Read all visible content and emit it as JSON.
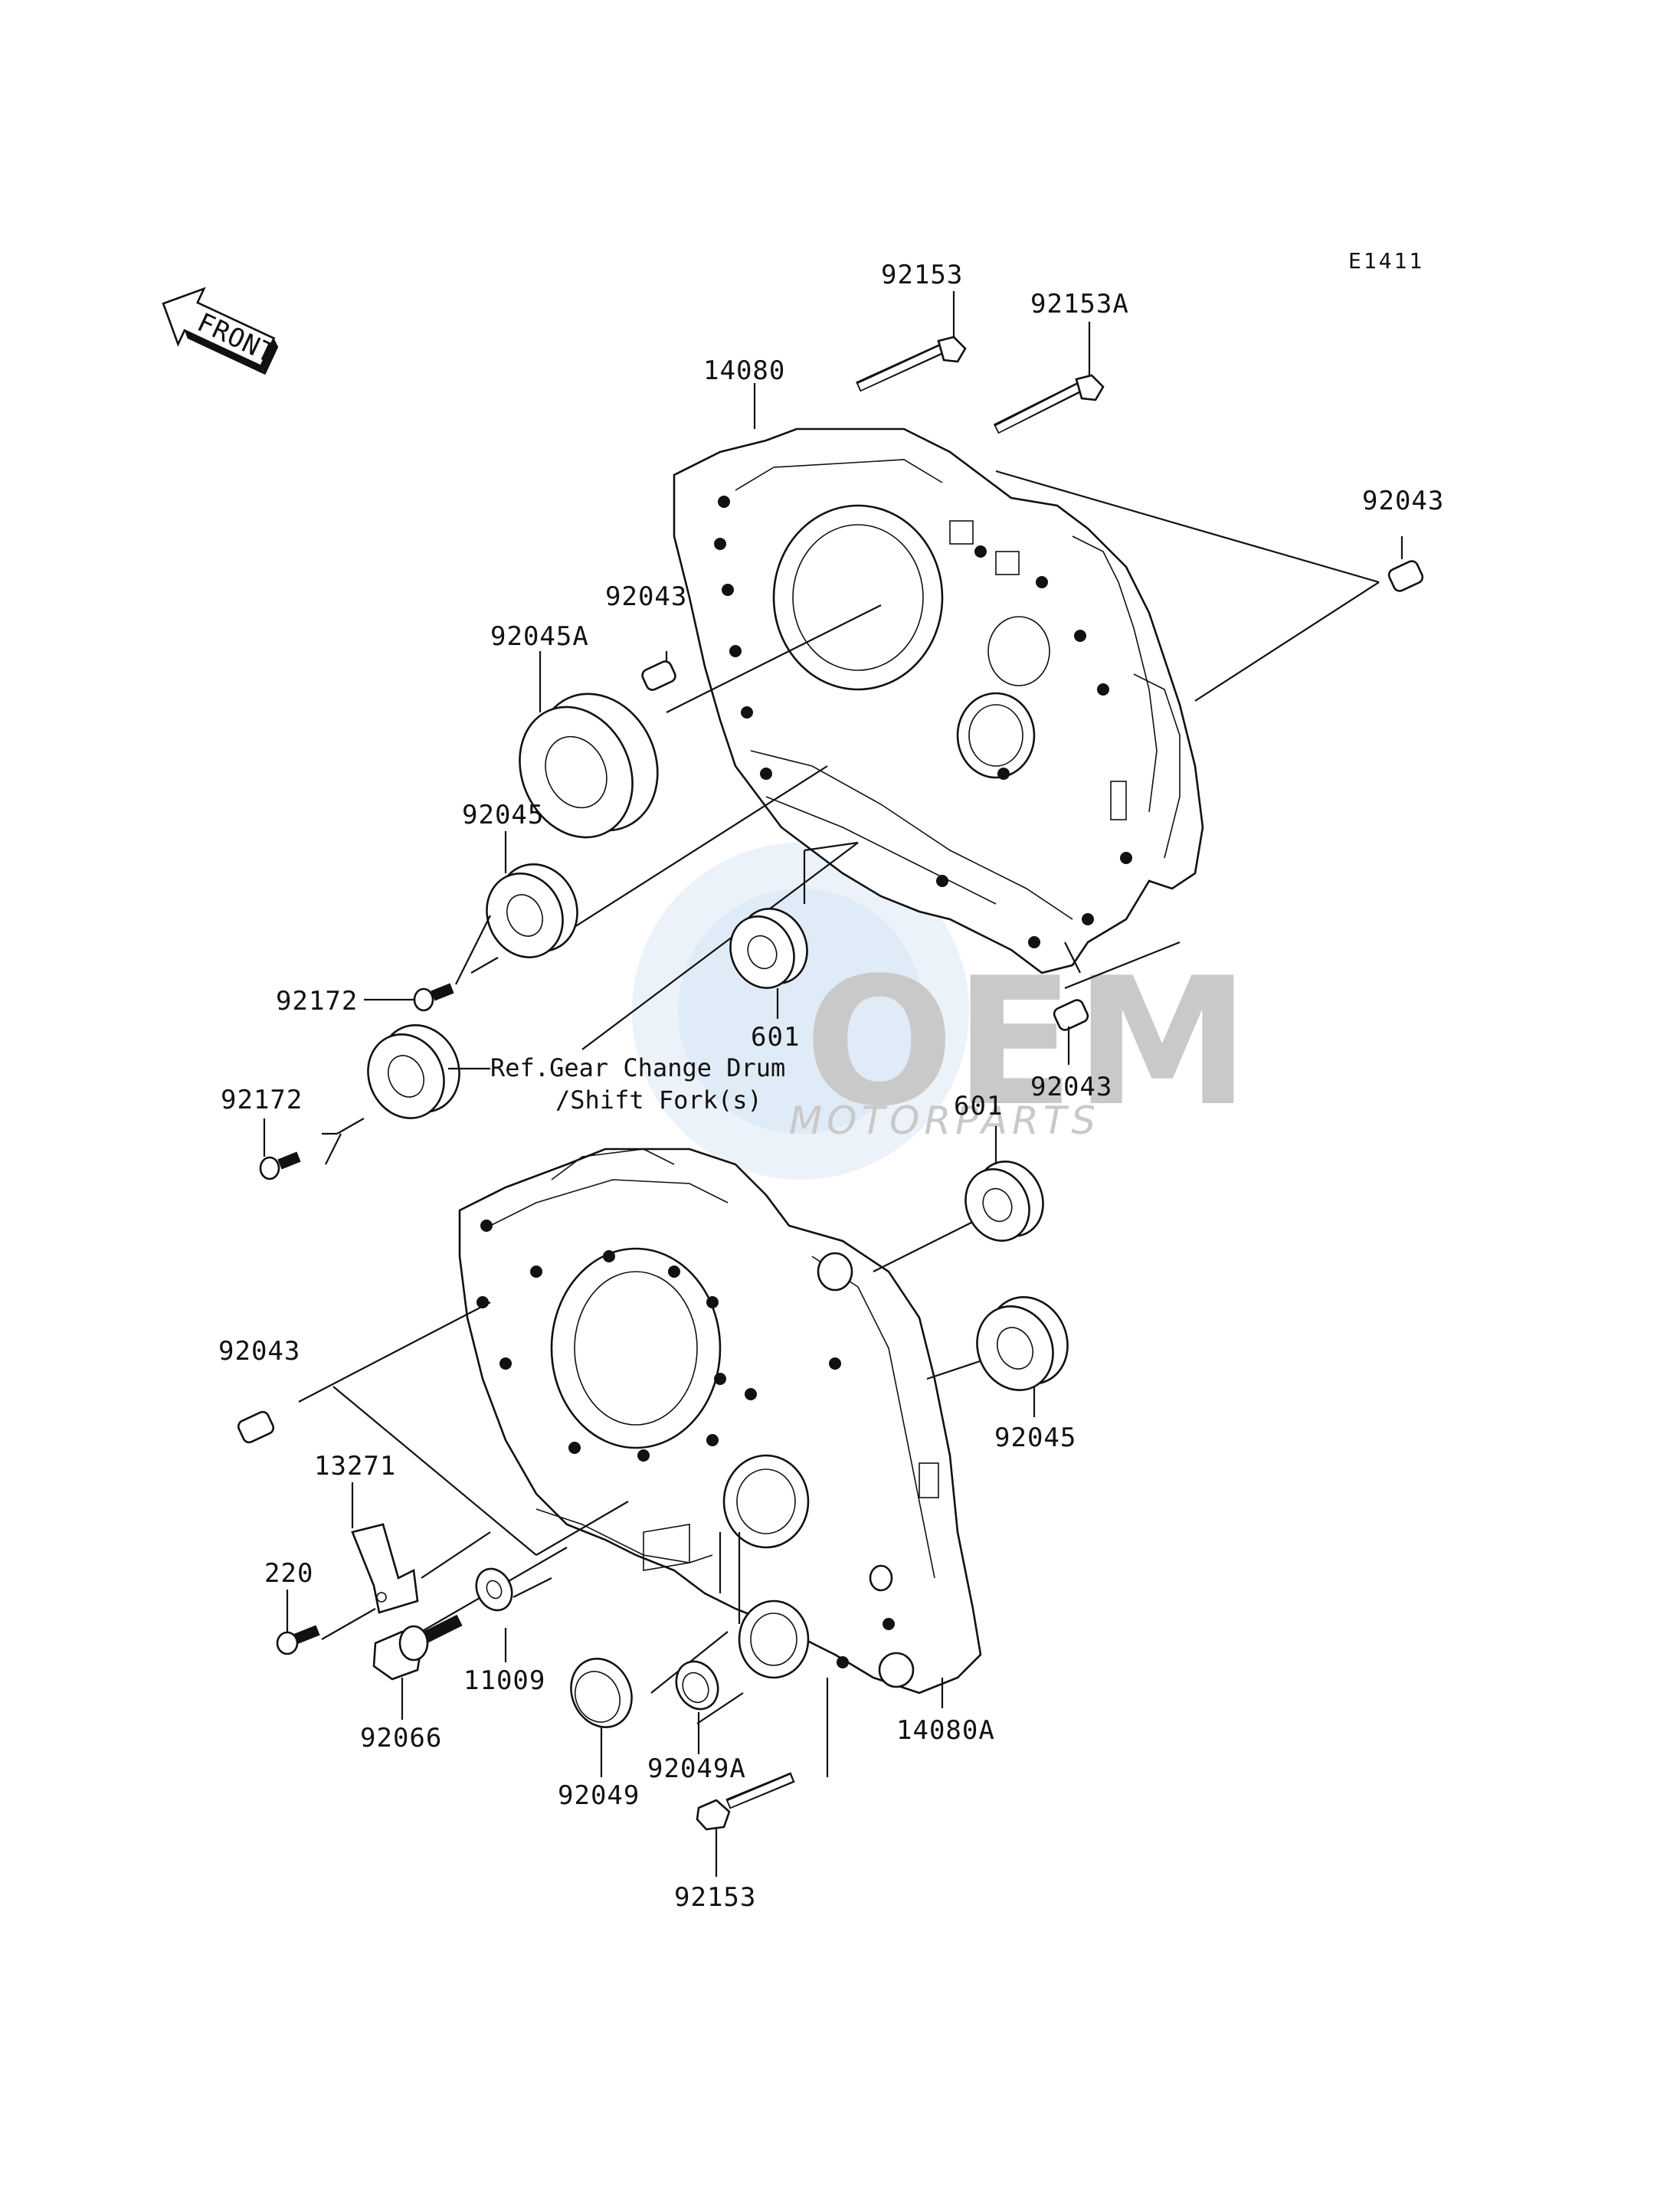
{
  "diagram": {
    "code": "E1411",
    "front_label": "FRONT",
    "reference_note": [
      "Ref.Gear Change Drum",
      "/Shift Fork(s)"
    ],
    "watermark": {
      "brand": "OEM",
      "sub": "MOTORPARTS"
    },
    "colors": {
      "ink": "#111111",
      "watermark_blue": "#5b9bd5",
      "watermark_gray": "#9e9e9e"
    },
    "labels": [
      {
        "id": "lbl-92153-top",
        "text": "92153"
      },
      {
        "id": "lbl-92153a",
        "text": "92153A"
      },
      {
        "id": "lbl-14080",
        "text": "14080"
      },
      {
        "id": "lbl-92043-right-top",
        "text": "92043"
      },
      {
        "id": "lbl-92043-mid",
        "text": "92043"
      },
      {
        "id": "lbl-92045a",
        "text": "92045A"
      },
      {
        "id": "lbl-92045-left",
        "text": "92045"
      },
      {
        "id": "lbl-92172-a",
        "text": "92172"
      },
      {
        "id": "lbl-92172-b",
        "text": "92172"
      },
      {
        "id": "lbl-601-upper",
        "text": "601"
      },
      {
        "id": "lbl-92043-right-bot",
        "text": "92043"
      },
      {
        "id": "lbl-601-lower",
        "text": "601"
      },
      {
        "id": "lbl-92043-left",
        "text": "92043"
      },
      {
        "id": "lbl-92045-right",
        "text": "92045"
      },
      {
        "id": "lbl-13271",
        "text": "13271"
      },
      {
        "id": "lbl-220",
        "text": "220"
      },
      {
        "id": "lbl-11009",
        "text": "11009"
      },
      {
        "id": "lbl-92066",
        "text": "92066"
      },
      {
        "id": "lbl-92049",
        "text": "92049"
      },
      {
        "id": "lbl-92049a",
        "text": "92049A"
      },
      {
        "id": "lbl-14080a",
        "text": "14080A"
      },
      {
        "id": "lbl-92153-bot",
        "text": "92153"
      }
    ]
  }
}
